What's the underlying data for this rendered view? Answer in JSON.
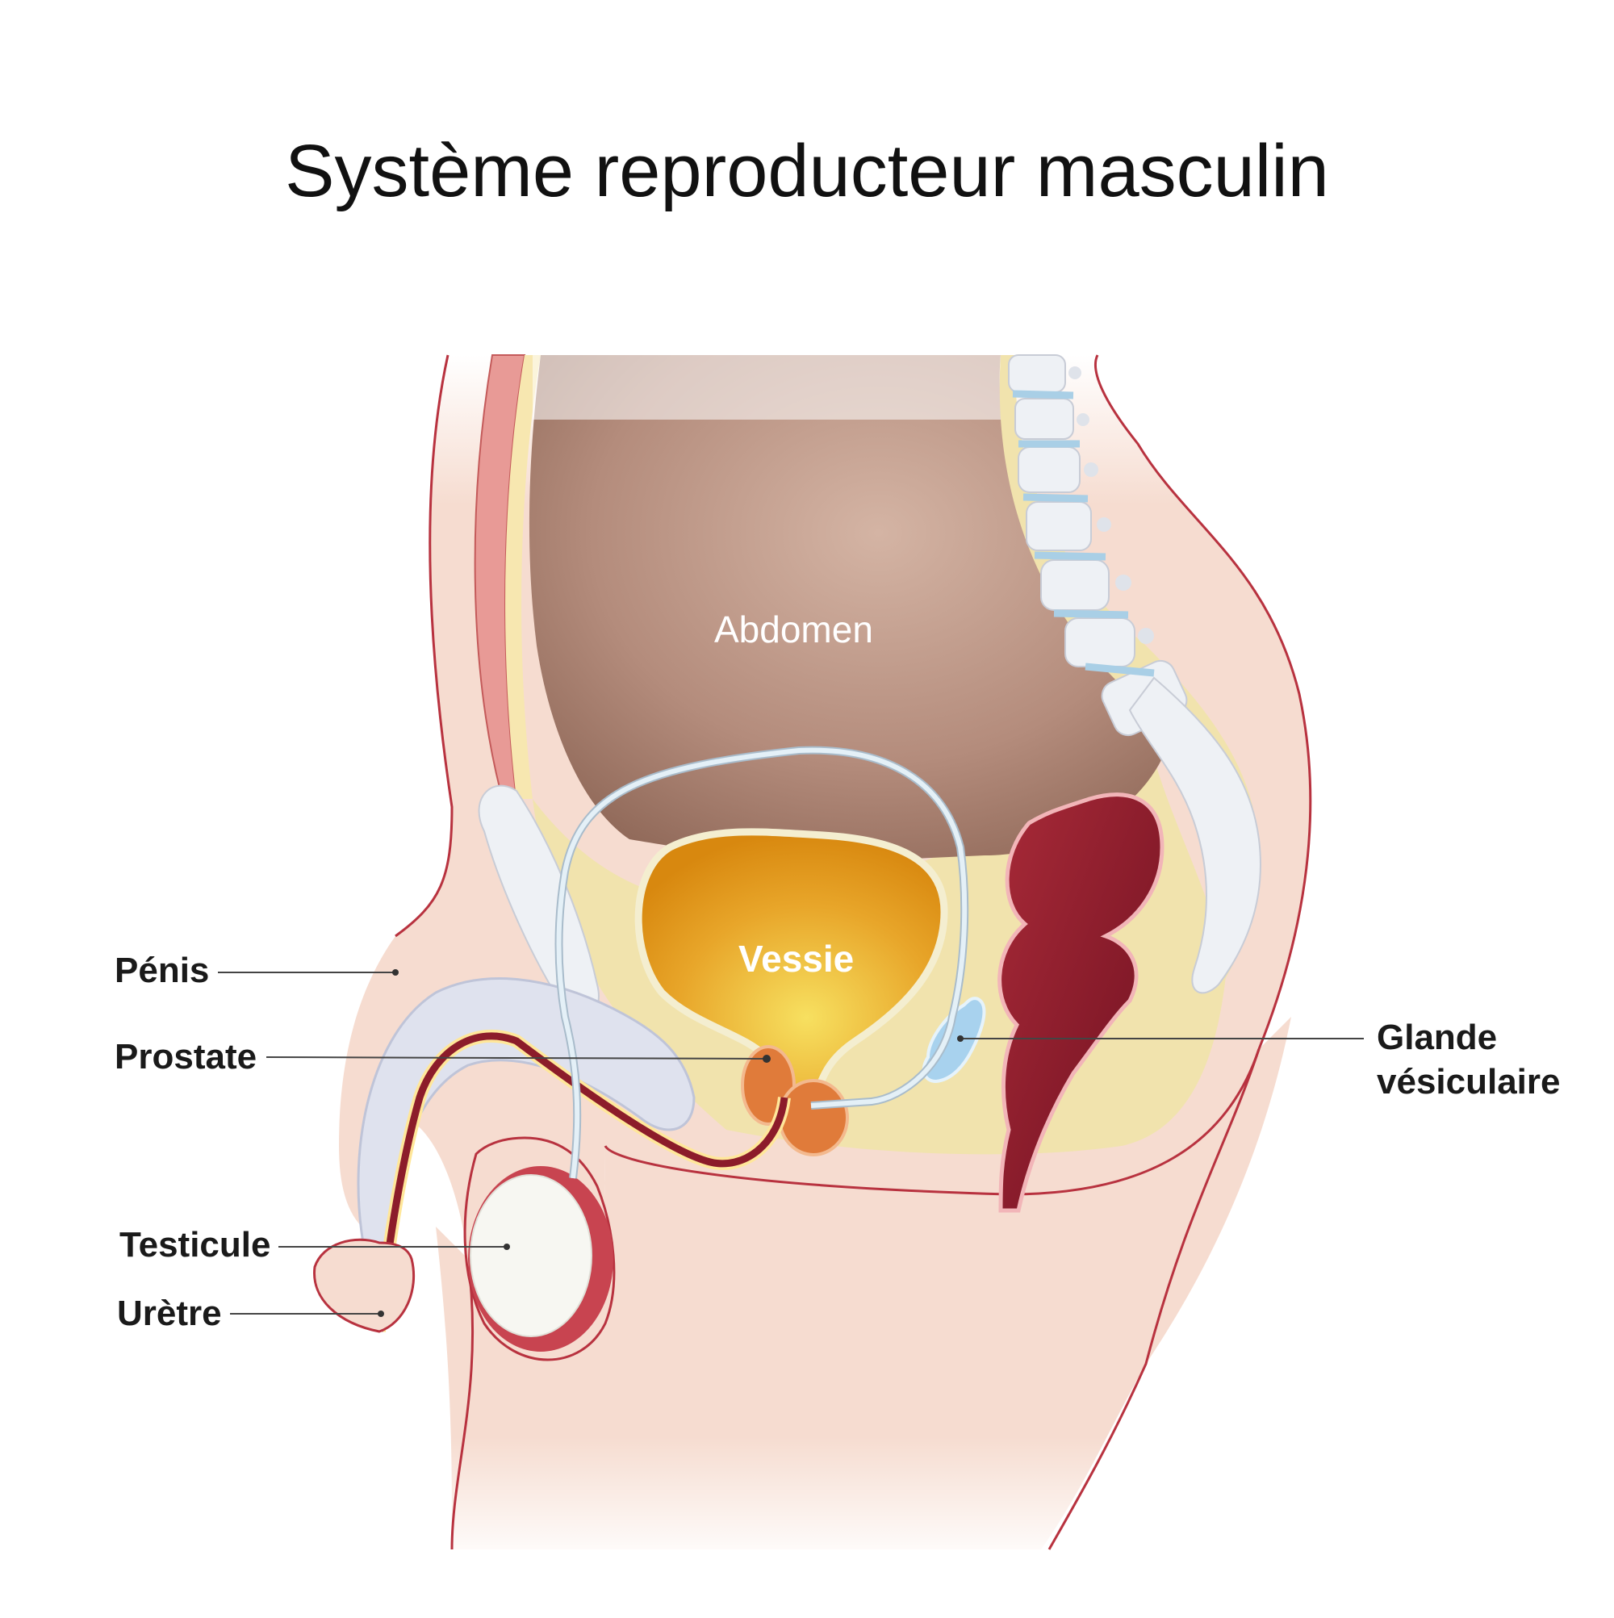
{
  "title": "Système reproducteur masculin",
  "labels": {
    "abdomen": "Abdomen",
    "vessie": "Vessie",
    "penis": "Pénis",
    "prostate": "Prostate",
    "testicule": "Testicule",
    "uretre": "Urètre",
    "glande_line1": "Glande",
    "glande_line2": "vésiculaire"
  },
  "colors": {
    "skin": "#f6dcd0",
    "outline": "#b8323f",
    "abdomen": "#b48c7c",
    "bladder": "#e09a1c",
    "rectum": "#8c1c2a",
    "pelvic_fill": "#f1e3ad",
    "vertebra": "#eef1f5",
    "disc": "#a9cfe6",
    "penis_tissue": "#dfe2ee",
    "prostate": "#e07b3a",
    "seminal_vesicle": "#a8d2ee",
    "testis": "#f7f7f2",
    "duct": "#dbeaf4"
  }
}
